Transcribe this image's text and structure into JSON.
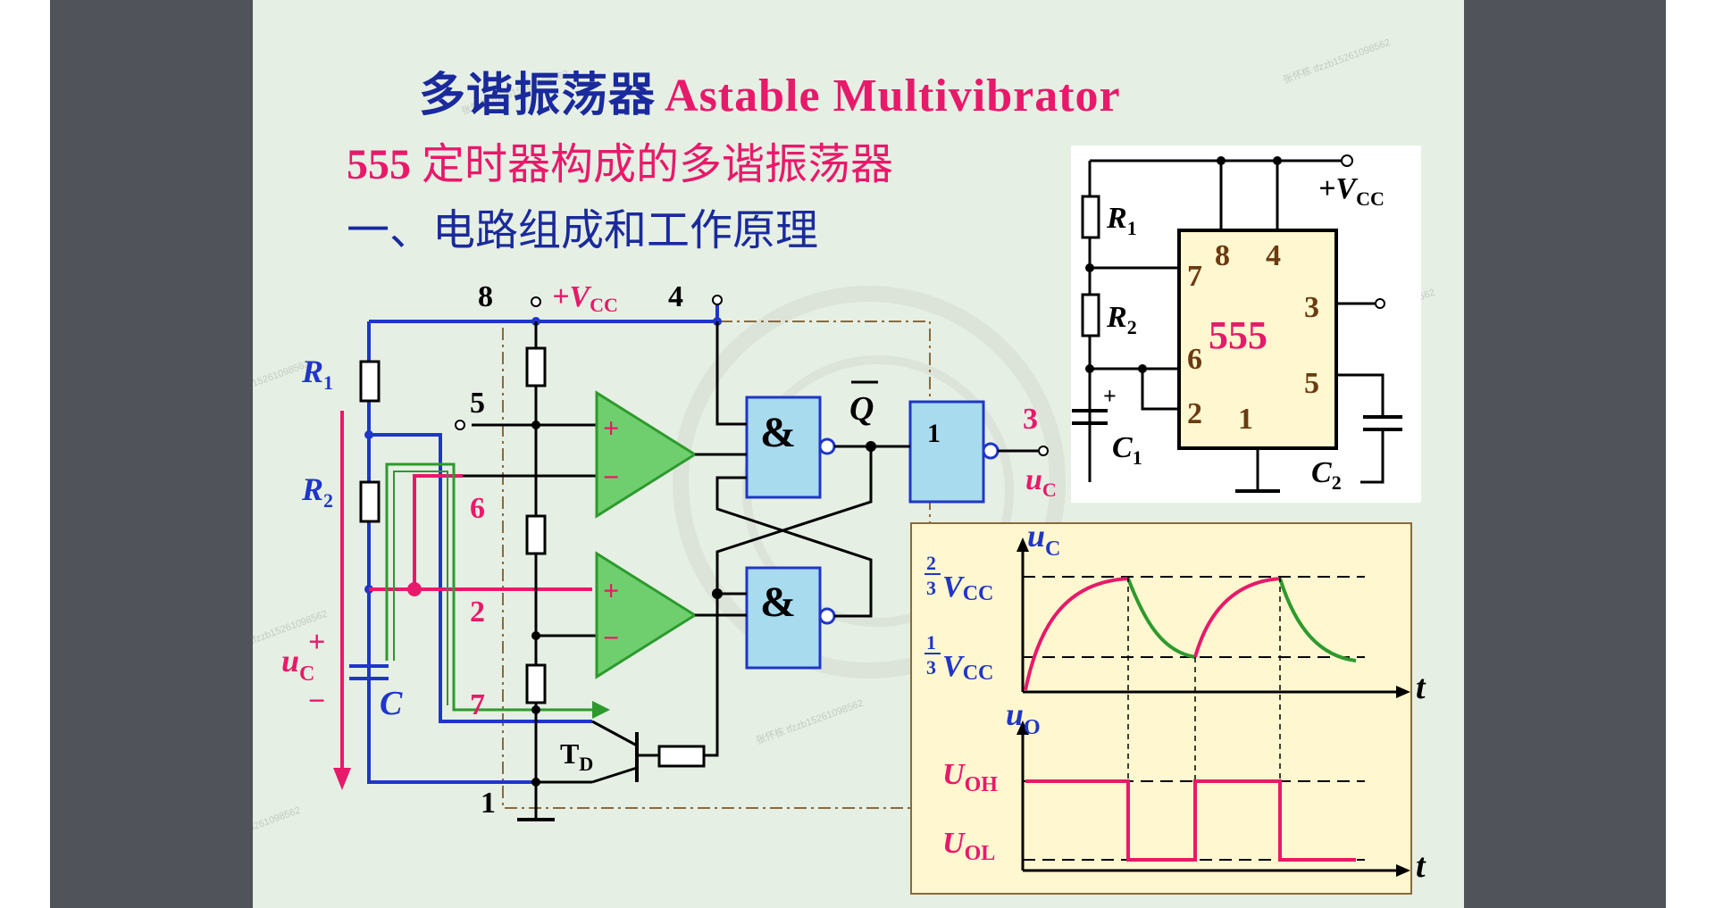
{
  "title": {
    "cn": "多谐振荡器",
    "en": "Astable  Multivibrator"
  },
  "subtitle": {
    "num": "555",
    "text": " 定时器构成的多谐振荡器"
  },
  "section": "一、电路组成和工作原理",
  "circuit": {
    "pin8": "8",
    "pin4": "4",
    "pin5": "5",
    "pin6": "6",
    "pin2": "2",
    "pin7": "7",
    "pin1": "1",
    "pin3": "3",
    "vcc": "+V",
    "vcc_sub": "CC",
    "r1": "R",
    "r1_sub": "1",
    "r2": "R",
    "r2_sub": "2",
    "uc": "u",
    "uc_sub": "C",
    "plus": "+",
    "minus": "−",
    "cap": "C",
    "and": "&",
    "not": "1",
    "qbar": "Q",
    "td": "T",
    "td_sub": "D",
    "out": "u",
    "out_sub": "C"
  },
  "chip": {
    "name": "555",
    "vcc": "+V",
    "vcc_sub": "CC",
    "r1": "R",
    "r1_sub": "1",
    "r2": "R",
    "r2_sub": "2",
    "c1": "C",
    "c1_sub": "1",
    "c2": "C",
    "c2_sub": "2",
    "pins": [
      "8",
      "4",
      "7",
      "3",
      "6",
      "5",
      "2",
      "1"
    ]
  },
  "waveform": {
    "uc": "u",
    "uc_sub": "C",
    "uo": "u",
    "uo_sub": "O",
    "two_thirds_num": "2",
    "two_thirds_den": "3",
    "one_third_num": "1",
    "one_third_den": "3",
    "vcc": "V",
    "vcc_sub": "CC",
    "uoh": "U",
    "uoh_sub": "OH",
    "uol": "U",
    "uol_sub": "OL",
    "t": "t"
  },
  "watermark": "张怀栋 tfzzb15261098562",
  "colors": {
    "navy": "#1a2a9c",
    "magenta": "#e8196a",
    "wire_blue": "#1f36c8",
    "wire_pink": "#e8196a",
    "green": "#2d9a2d",
    "gate_fill": "#a9dbef",
    "brown": "#6b3a10",
    "box_yellow": "#fff7cf"
  }
}
